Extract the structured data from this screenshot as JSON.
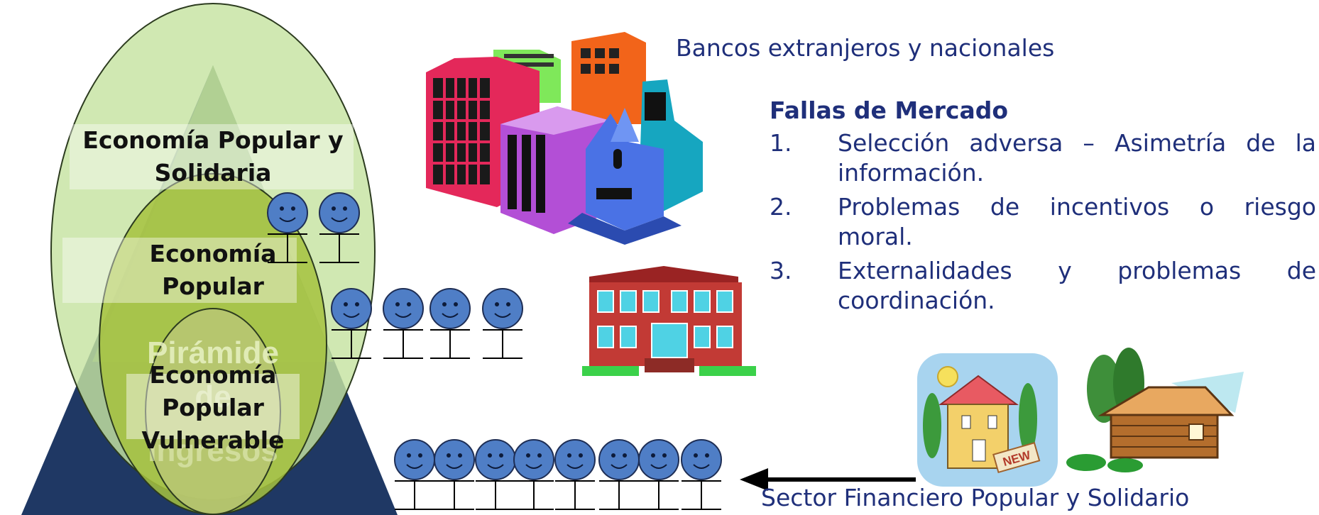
{
  "diagram": {
    "pyramid_watermark": [
      "Pirámide",
      "de",
      "Ingresos"
    ],
    "labels": {
      "eps": [
        "Economía Popular y",
        "Solidaria"
      ],
      "ep": [
        "Economía",
        "Popular"
      ],
      "epv": [
        "Economía",
        "Popular",
        "Vulnerable"
      ]
    },
    "banks_label": "Bancos extranjeros y nacionales",
    "fallas_title": "Fallas de Mercado",
    "fallas_items": [
      {
        "num": "1.",
        "line1": "Selección adversa – Asimetría de la",
        "line2": "información."
      },
      {
        "num": "2.",
        "line1": "Problemas de incentivos o riesgo",
        "line2": "moral."
      },
      {
        "num": "3.",
        "line1": "Externalidades y problemas de",
        "line2": "coordinación."
      }
    ],
    "sector_label": "Sector Financiero Popular y Solidario",
    "new_sign": "NEW"
  },
  "colors": {
    "dark_blue": "#1f3864",
    "green_light": "#c9e3a4",
    "green_mid": "#a9c641",
    "green_dark": "#527d52",
    "olive": "#b4c45a",
    "face_blue": "#4f7ec6",
    "text_blue": "#1f2f7a"
  }
}
